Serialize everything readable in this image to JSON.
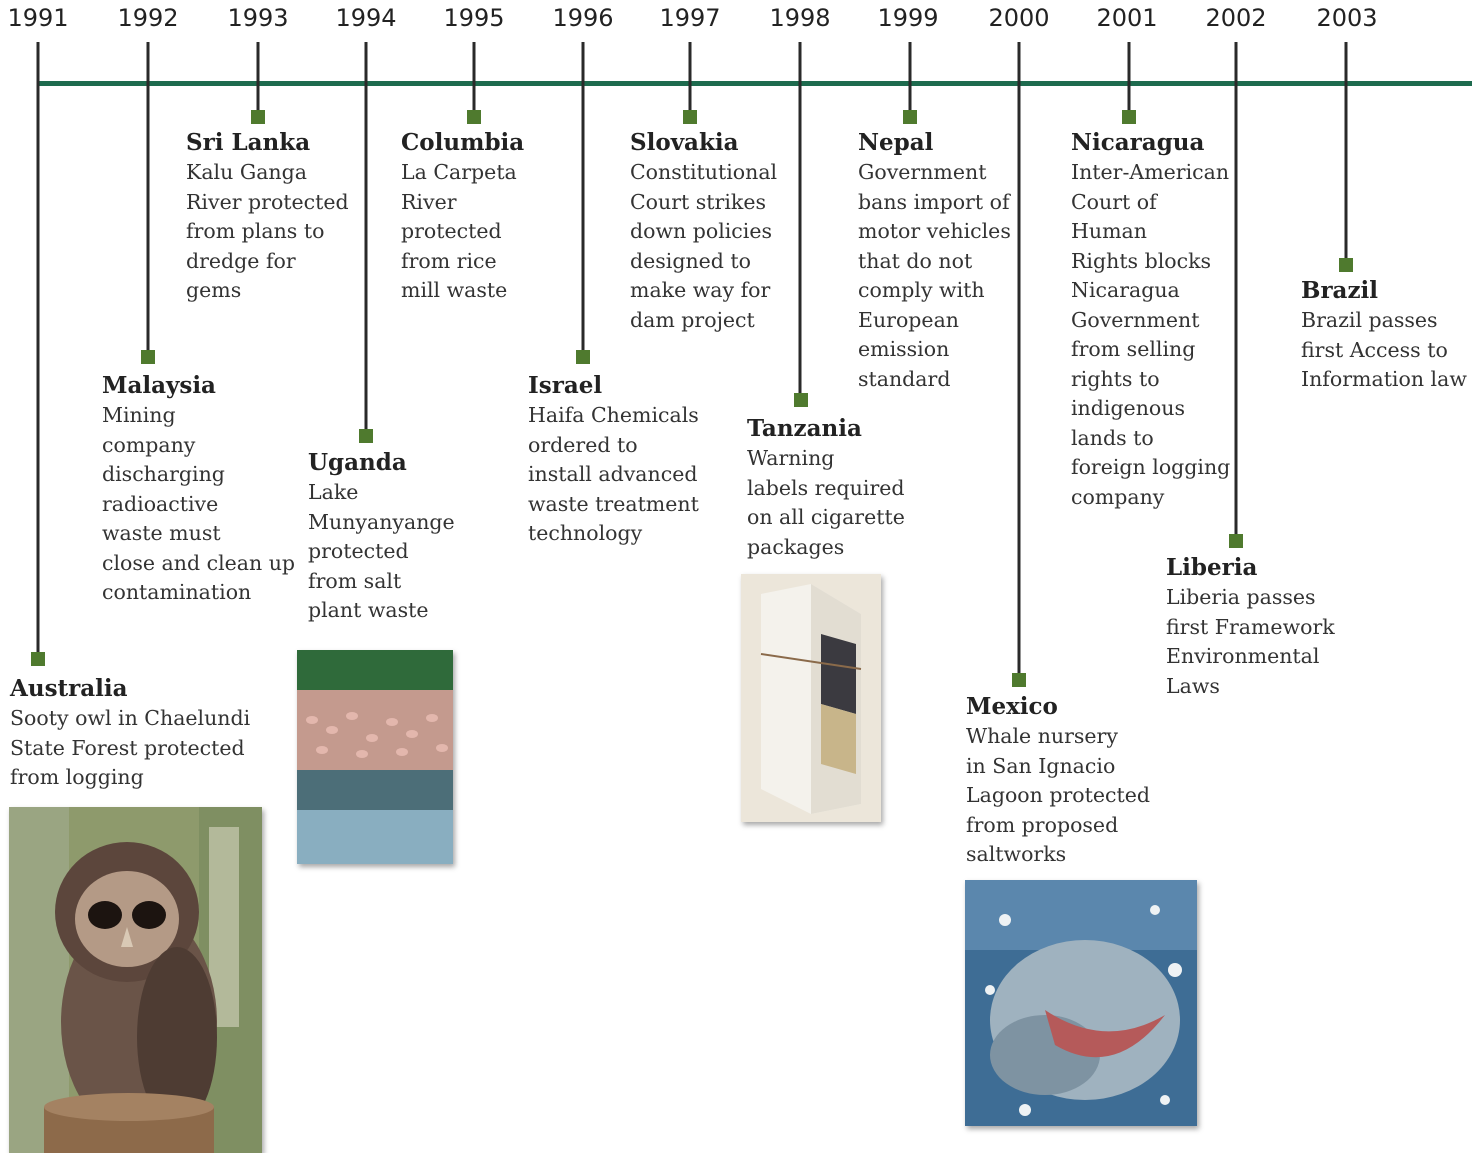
{
  "years": [
    "1991",
    "1992",
    "1993",
    "1994",
    "1995",
    "1996",
    "1997",
    "1998",
    "1999",
    "2000",
    "2001",
    "2002",
    "2003"
  ],
  "events": [
    {
      "country": "Australia",
      "description": "Sooty owl in Chaelundi\nState Forest protected\nfrom logging"
    },
    {
      "country": "Malaysia",
      "description": "Mining\ncompany\ndischarging\nradioactive\nwaste must\nclose and clean up\ncontamination"
    },
    {
      "country": "Sri Lanka",
      "description": "Kalu Ganga\nRiver protected\nfrom plans to\ndredge for\ngems"
    },
    {
      "country": "Uganda",
      "description": "Lake\nMunyanyange\nprotected\nfrom salt\nplant waste"
    },
    {
      "country": "Columbia",
      "description": "La Carpeta\nRiver\nprotected\nfrom rice\nmill waste"
    },
    {
      "country": "Israel",
      "description": "Haifa Chemicals\nordered to\ninstall advanced\nwaste treatment\ntechnology"
    },
    {
      "country": "Slovakia",
      "description": "Constitutional\nCourt strikes\ndown policies\ndesigned to\nmake way for\ndam project"
    },
    {
      "country": "Tanzania",
      "description": "Warning\nlabels required\non all cigarette\npackages"
    },
    {
      "country": "Nepal",
      "description": "Government\nbans import of\nmotor vehicles\nthat do not\ncomply with\nEuropean\nemission\nstandard"
    },
    {
      "country": "Mexico",
      "description": "Whale nursery\nin San Ignacio\nLagoon protected\nfrom proposed\nsaltworks"
    },
    {
      "country": "Nicaragua",
      "description": "Inter-American\nCourt of\nHuman\nRights blocks\nNicaragua\nGovernment\nfrom selling\nrights to\nindigenous\nlands to\nforeign logging\ncompany"
    },
    {
      "country": "Liberia",
      "description": "Liberia passes\nfirst Framework\nEnvironmental\nLaws"
    },
    {
      "country": "Brazil",
      "description": "Brazil passes\nfirst Access to\nInformation law"
    }
  ],
  "colors": {
    "timeline": "#1e6b4e",
    "marker": "#4f7a2e",
    "stem": "#2a2a2a"
  }
}
